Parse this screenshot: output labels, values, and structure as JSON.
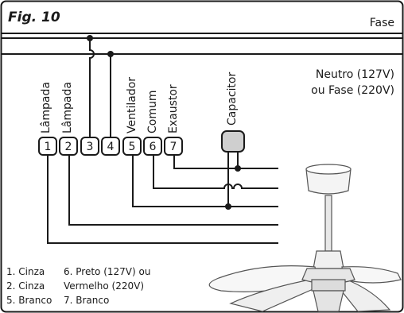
{
  "figure": {
    "title": "Fig. 10",
    "phase_label": "Fase",
    "neutral_label": [
      "Neutro (127V)",
      "ou Fase (220V)"
    ]
  },
  "terminal_labels": [
    {
      "num": "1",
      "label": "Lâmpada"
    },
    {
      "num": "2",
      "label": "Lâmpada"
    },
    {
      "num": "3",
      "label": ""
    },
    {
      "num": "4",
      "label": ""
    },
    {
      "num": "5",
      "label": "Ventilador"
    },
    {
      "num": "6",
      "label": "Comum"
    },
    {
      "num": "7",
      "label": "Exaustor"
    }
  ],
  "capacitor_label": "Capacitor",
  "legend": {
    "col1": [
      "1. Cinza",
      "2. Cinza",
      "5. Branco"
    ],
    "col2": [
      "6. Preto (127V) ou",
      "Vermelho (220V)",
      "7. Branco"
    ]
  },
  "colors": {
    "line": "#1a1a1a",
    "capacitor_fill": "#cfcfcf",
    "fan_fill": "#ffffff"
  },
  "icons": [
    "ceiling-fan-icon",
    "capacitor-icon"
  ]
}
